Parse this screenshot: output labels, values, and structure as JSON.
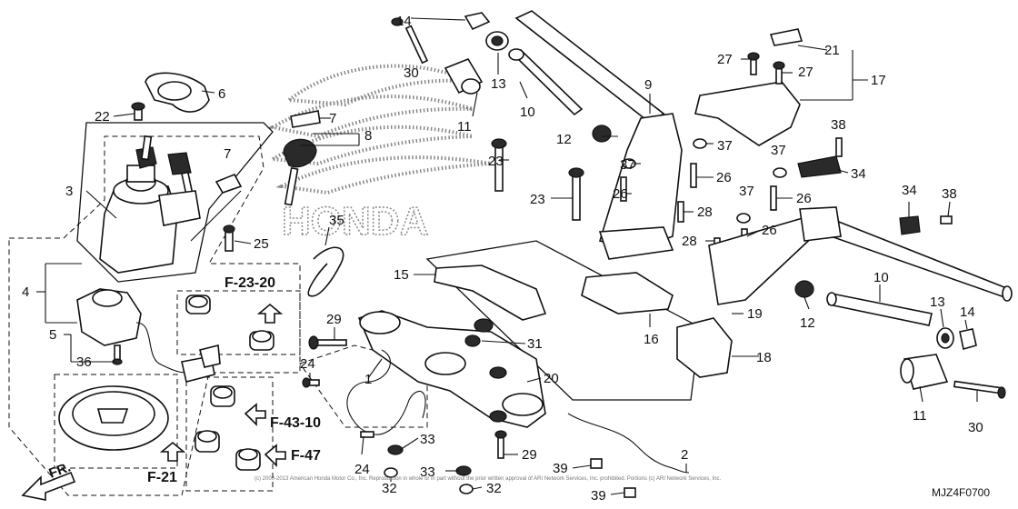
{
  "diagram_code": "MJZ4F0700",
  "watermark_text": "HONDA",
  "copyright_notice": "(c) 2000-2013 American Honda Motor Co., Inc. Reproduction in whole or in part without the prior written approval of ARI Network Services, Inc. prohibited. Portions (c) ARI Network Services, Inc.",
  "front_indicator": "FR.",
  "callouts": [
    "1",
    "2",
    "3",
    "4",
    "5",
    "6",
    "7",
    "8",
    "9",
    "10",
    "11",
    "12",
    "13",
    "14",
    "15",
    "16",
    "17",
    "18",
    "19",
    "20",
    "21",
    "22",
    "23",
    "24",
    "25",
    "26",
    "27",
    "28",
    "29",
    "30",
    "31",
    "32",
    "33",
    "34",
    "35",
    "36",
    "37",
    "38",
    "39"
  ],
  "references": [
    "F-23-20",
    "F-43-10",
    "F-47",
    "F-21"
  ]
}
